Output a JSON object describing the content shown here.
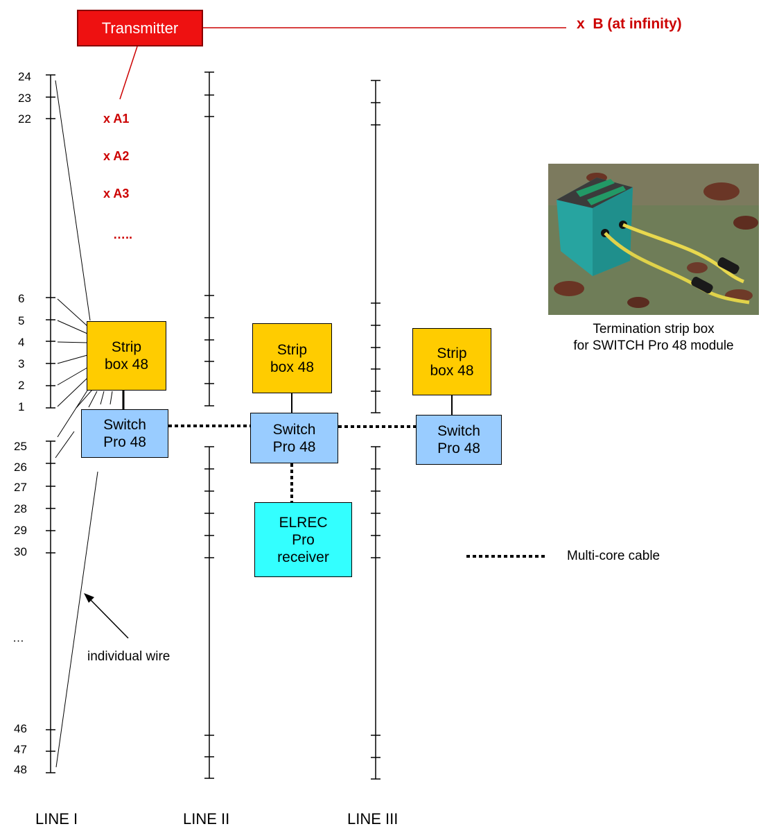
{
  "transmitter": {
    "label": "Transmitter"
  },
  "remote_electrode": {
    "label": "x  B (at infinity)"
  },
  "electrodes_a": [
    "x A1",
    "x A2",
    "x A3",
    "….."
  ],
  "line1": {
    "top_ticks": [
      "24",
      "23",
      "22",
      "6",
      "5",
      "4",
      "3",
      "2",
      "1"
    ],
    "bottom_ticks": [
      "25",
      "26",
      "27",
      "28",
      "29",
      "30",
      "…",
      "46",
      "47",
      "48"
    ]
  },
  "modules": {
    "strip_label": "Strip\nbox 48",
    "switch_label": "Switch\nPro 48",
    "receiver_label": "ELREC\nPro\nreceiver"
  },
  "annotations": {
    "individual_wire": "individual wire",
    "multicore_cable": "Multi-core cable"
  },
  "photo": {
    "caption": "Termination strip box\nfor  SWITCH Pro 48 module"
  },
  "line_labels": [
    "LINE I",
    "LINE II",
    "LINE III"
  ],
  "colors": {
    "transmitter": "#ee1111",
    "strip_box": "#ffcc00",
    "switch": "#99ccff",
    "receiver": "#33ffff",
    "electrode_text": "#cc0000",
    "wire": "#000000"
  }
}
